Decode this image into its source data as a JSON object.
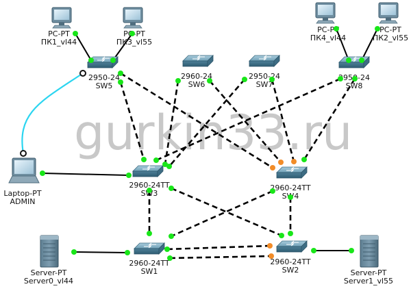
{
  "watermark": "gurkin33.ru",
  "colors": {
    "port_up": "#19e619",
    "port_blocked": "#f28c28",
    "console_cable": "#2bd5f0",
    "switch_body": "#5d8fa6",
    "switch_top": "#8fb8cc"
  },
  "devices": [
    {
      "id": "pc1",
      "type": "pc",
      "label1": "PC-PT",
      "label2": "ПК1_vl44"
    },
    {
      "id": "pc3",
      "type": "pc",
      "label1": "PC-PT",
      "label2": "ПК3_vl55"
    },
    {
      "id": "pc4",
      "type": "pc",
      "label1": "PC-PT",
      "label2": "ПК4_vl44"
    },
    {
      "id": "pc2",
      "type": "pc",
      "label1": "PC-PT",
      "label2": "ПК2_vl55"
    },
    {
      "id": "sw5",
      "type": "switch",
      "label1": "2950-24",
      "label2": "SW5"
    },
    {
      "id": "sw6",
      "type": "switch",
      "label1": "2960-24",
      "label2": "SW6"
    },
    {
      "id": "sw7",
      "type": "switch",
      "label1": "2950-24",
      "label2": "SW7"
    },
    {
      "id": "sw8",
      "type": "switch",
      "label1": "2950-24",
      "label2": "SW8"
    },
    {
      "id": "sw3",
      "type": "switch",
      "label1": "2960-24TT",
      "label2": "SW3"
    },
    {
      "id": "sw4",
      "type": "switch",
      "label1": "2960-24TT",
      "label2": "SW4"
    },
    {
      "id": "sw1",
      "type": "switch",
      "label1": "2960-24TT",
      "label2": "SW1"
    },
    {
      "id": "sw2",
      "type": "switch",
      "label1": "2960-24TT",
      "label2": "SW2"
    },
    {
      "id": "laptop",
      "type": "laptop",
      "label1": "Laptop-PT",
      "label2": "ADMIN"
    },
    {
      "id": "server0",
      "type": "server",
      "label1": "Server-PT",
      "label2": "Server0_vl44"
    },
    {
      "id": "server1",
      "type": "server",
      "label1": "Server-PT",
      "label2": "Server1_vl55"
    }
  ],
  "links": [
    {
      "from": "pc1",
      "to": "sw5",
      "kind": "access",
      "status": [
        "up",
        "up"
      ]
    },
    {
      "from": "pc3",
      "to": "sw5",
      "kind": "access",
      "status": [
        "up",
        "up"
      ]
    },
    {
      "from": "pc4",
      "to": "sw8",
      "kind": "access",
      "status": [
        "up",
        "up"
      ]
    },
    {
      "from": "pc2",
      "to": "sw8",
      "kind": "access",
      "status": [
        "up",
        "up"
      ]
    },
    {
      "from": "laptop",
      "to": "sw5",
      "kind": "console",
      "status": [
        "none",
        "none"
      ]
    },
    {
      "from": "laptop",
      "to": "sw3",
      "kind": "access",
      "status": [
        "up",
        "up"
      ]
    },
    {
      "from": "server0",
      "to": "sw1",
      "kind": "access",
      "status": [
        "up",
        "up"
      ]
    },
    {
      "from": "server1",
      "to": "sw2",
      "kind": "access",
      "status": [
        "up",
        "up"
      ]
    },
    {
      "from": "sw5",
      "to": "sw3",
      "kind": "trunk",
      "status": [
        "up",
        "up"
      ]
    },
    {
      "from": "sw5",
      "to": "sw4",
      "kind": "trunk",
      "status": [
        "up",
        "blocked"
      ]
    },
    {
      "from": "sw6",
      "to": "sw3",
      "kind": "trunk",
      "status": [
        "up",
        "up"
      ]
    },
    {
      "from": "sw6",
      "to": "sw4",
      "kind": "trunk",
      "status": [
        "up",
        "blocked"
      ]
    },
    {
      "from": "sw7",
      "to": "sw3",
      "kind": "trunk",
      "status": [
        "up",
        "up"
      ]
    },
    {
      "from": "sw7",
      "to": "sw4",
      "kind": "trunk",
      "status": [
        "up",
        "blocked"
      ]
    },
    {
      "from": "sw8",
      "to": "sw3",
      "kind": "trunk",
      "status": [
        "up",
        "up"
      ]
    },
    {
      "from": "sw8",
      "to": "sw4",
      "kind": "trunk",
      "status": [
        "up",
        "up"
      ]
    },
    {
      "from": "sw3",
      "to": "sw1",
      "kind": "trunk",
      "status": [
        "up",
        "up"
      ]
    },
    {
      "from": "sw3",
      "to": "sw2",
      "kind": "trunk",
      "status": [
        "up",
        "up"
      ]
    },
    {
      "from": "sw4",
      "to": "sw1",
      "kind": "trunk",
      "status": [
        "up",
        "up"
      ]
    },
    {
      "from": "sw4",
      "to": "sw2",
      "kind": "trunk",
      "status": [
        "up",
        "up"
      ]
    },
    {
      "from": "sw1",
      "to": "sw2",
      "kind": "trunk",
      "status": [
        "up",
        "blocked"
      ]
    },
    {
      "from": "sw1",
      "to": "sw2",
      "kind": "trunk",
      "status": [
        "up",
        "blocked"
      ]
    }
  ]
}
